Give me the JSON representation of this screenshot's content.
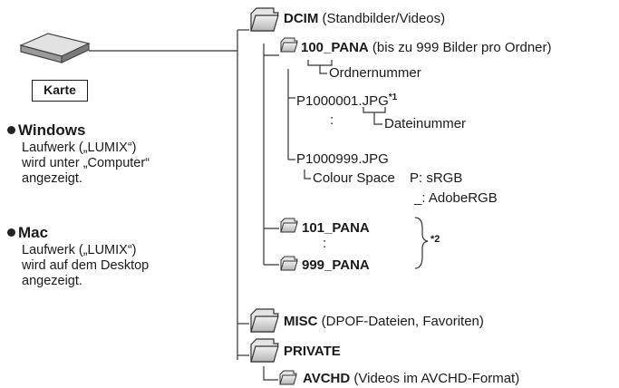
{
  "card_label": "Karte",
  "windows": {
    "heading": "Windows",
    "lines": [
      "Laufwerk („LUMIX“)",
      "wird unter „Computer“",
      "angezeigt."
    ]
  },
  "mac": {
    "heading": "Mac",
    "lines": [
      "Laufwerk („LUMIX“)",
      "wird auf dem Desktop",
      "angezeigt."
    ]
  },
  "tree": {
    "dcim": {
      "name": "DCIM",
      "desc": " (Standbilder/Videos)"
    },
    "pana100": {
      "name": "100_PANA",
      "desc": " (bis zu 999 Bilder pro Ordner)"
    },
    "folder_number": "Ordnernummer",
    "file_first": "P1000001.JPG",
    "note1": "*1",
    "file_number": "Dateinummer",
    "dots": ":",
    "file_last": "P1000999.JPG",
    "colour_space": "Colour Space",
    "cs_p": "P: sRGB",
    "cs_u": "_: AdobeRGB",
    "pana101": "101_PANA",
    "pana999": "999_PANA",
    "note2": "*2",
    "misc": {
      "name": "MISC",
      "desc": " (DPOF-Dateien, Favoriten)"
    },
    "private": {
      "name": "PRIVATE"
    },
    "avchd": {
      "name": "AVCHD",
      "desc": " (Videos im AVCHD-Format)"
    }
  }
}
